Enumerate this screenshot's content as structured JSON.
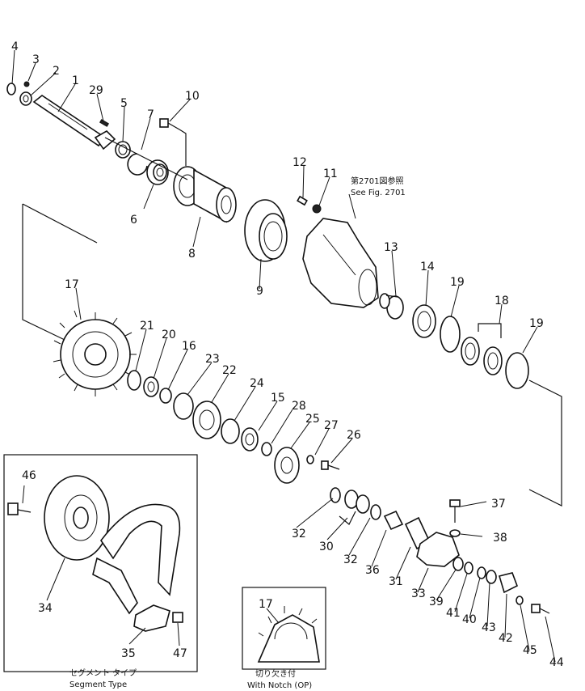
{
  "parts": [
    "1",
    "2",
    "3",
    "4",
    "5",
    "6",
    "7",
    "8",
    "9",
    "10",
    "11",
    "12",
    "13",
    "14",
    "15",
    "16",
    "17",
    "18",
    "19",
    "19",
    "20",
    "21",
    "22",
    "23",
    "24",
    "25",
    "26",
    "27",
    "28",
    "29",
    "30",
    "31",
    "32",
    "32",
    "33",
    "34",
    "35",
    "36",
    "37",
    "38",
    "39",
    "40",
    "41",
    "42",
    "43",
    "44",
    "45",
    "46",
    "47",
    "17"
  ],
  "note": {
    "jp": "第2701図参照",
    "en": "See Fig. 2701"
  },
  "inset_segment": {
    "jp": "セグメント タイプ",
    "en": "Segment Type"
  },
  "inset_notch": {
    "jp": "切り欠き付",
    "en": "With Notch (OP)"
  }
}
